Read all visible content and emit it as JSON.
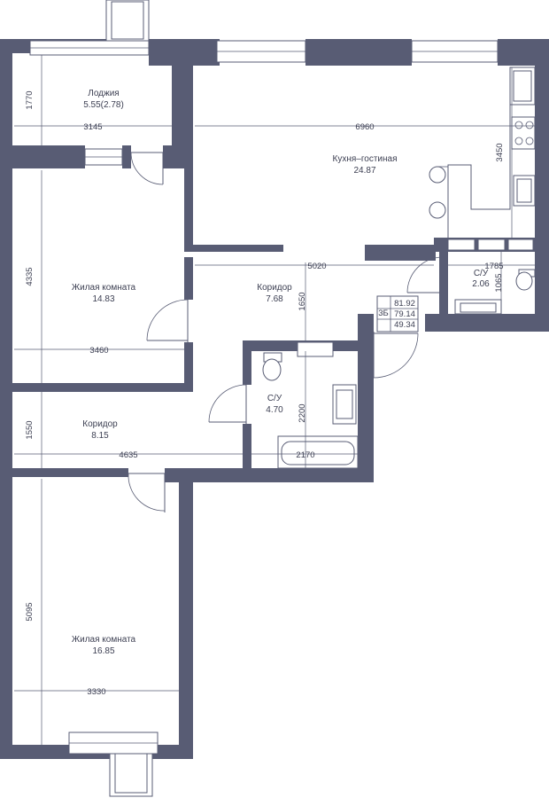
{
  "rooms": {
    "loggia": {
      "name": "Лоджия",
      "area": "5.55(2.78)"
    },
    "kitchen": {
      "name": "Кухня–гостиная",
      "area": "24.87"
    },
    "bedroom1": {
      "name": "Жилая комната",
      "area": "14.83"
    },
    "corridor1": {
      "name": "Коридор",
      "area": "7.68"
    },
    "wc_small": {
      "name": "С/У",
      "area": "2.06"
    },
    "bath": {
      "name": "С/У",
      "area": "4.70"
    },
    "corridor2": {
      "name": "Коридор",
      "area": "8.15"
    },
    "bedroom2": {
      "name": "Жилая комната",
      "area": "16.85"
    }
  },
  "summary": {
    "code": "3Б",
    "total": "81.92",
    "living_total": "79.14",
    "living": "49.34"
  },
  "dimensions": {
    "loggia_h": "1770",
    "loggia_w": "3145",
    "kitchen_w": "6960",
    "kitchen_h": "3450",
    "bedroom1_h": "4335",
    "bedroom1_w": "3460",
    "corridor1_w": "5020",
    "corridor1_h": "1650",
    "wc_small_w": "1785",
    "wc_small_h": "1065",
    "bath_h": "2200",
    "bath_w": "2170",
    "corridor2_h": "1550",
    "corridor2_w": "4635",
    "bedroom2_h": "5095",
    "bedroom2_w": "3330"
  }
}
